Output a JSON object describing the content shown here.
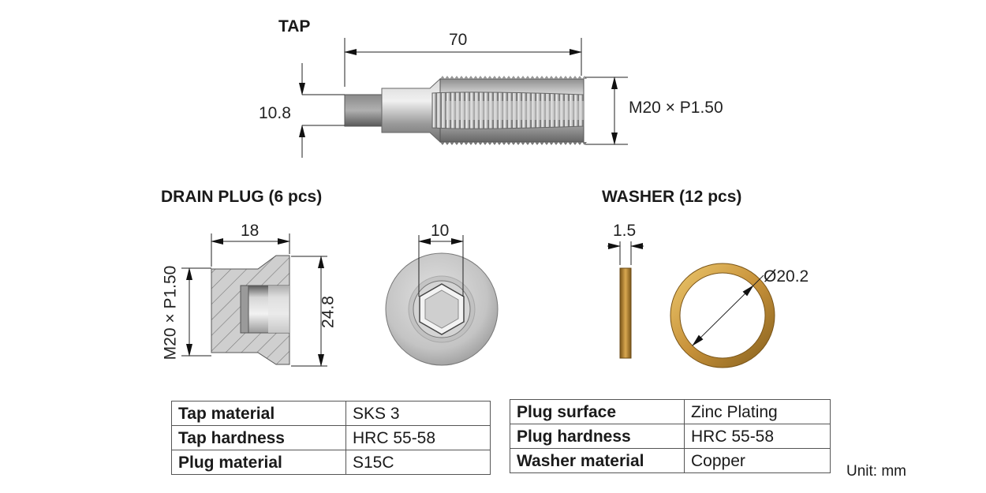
{
  "sections": {
    "tap": "TAP",
    "plug": "DRAIN PLUG (6 pcs)",
    "washer": "WASHER (12 pcs)"
  },
  "dims": {
    "tap_length": "70",
    "tap_square": "10.8",
    "tap_thread": "M20 × P1.50",
    "plug_length": "18",
    "plug_thread": "M20 × P1.50",
    "plug_diameter": "24.8",
    "plug_hex": "10",
    "washer_thickness": "1.5",
    "washer_diameter": "Ø20.2"
  },
  "table_left": [
    {
      "key": "Tap material",
      "value": "SKS 3"
    },
    {
      "key": "Tap hardness",
      "value": "HRC 55-58"
    },
    {
      "key": "Plug material",
      "value": "S15C"
    }
  ],
  "table_right": [
    {
      "key": "Plug surface",
      "value": "Zinc Plating"
    },
    {
      "key": "Plug hardness",
      "value": "HRC 55-58"
    },
    {
      "key": "Washer material",
      "value": "Copper"
    }
  ],
  "unit": "Unit: mm",
  "colors": {
    "steel": "#b9b9b9",
    "steel_dark": "#7a7a7a",
    "copper": "#d7a64b",
    "copper_dark": "#8a6420"
  }
}
